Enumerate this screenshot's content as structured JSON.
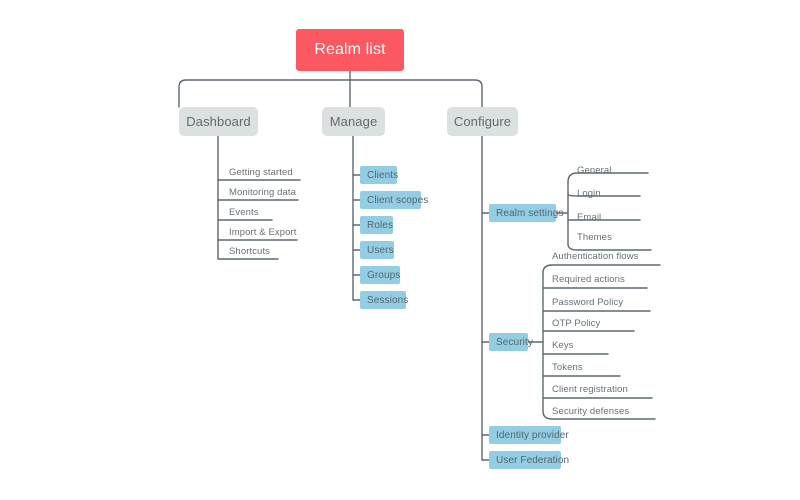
{
  "diagram": {
    "title": "Realm list",
    "type": "mindmap-tree",
    "colors": {
      "root_fill": "#fc5862",
      "root_text": "#ffffff",
      "branch_fill": "#dce0e1",
      "branch_text": "#5f6b70",
      "leaf_blue_fill": "#93cde3",
      "leaf_blue_text": "#55666e",
      "leaf_text_color": "#6a6f73",
      "connector": "#5d686e",
      "background": "#ffffff"
    },
    "root": {
      "label": "Realm list"
    },
    "branches": [
      {
        "id": "dashboard",
        "label": "Dashboard",
        "style": "gray-box",
        "children_style": "underlined-text",
        "children": [
          {
            "label": "Getting started"
          },
          {
            "label": "Monitoring data"
          },
          {
            "label": "Events"
          },
          {
            "label": "Import & Export"
          },
          {
            "label": "Shortcuts"
          }
        ]
      },
      {
        "id": "manage",
        "label": "Manage",
        "style": "gray-box",
        "children_style": "blue-box",
        "children": [
          {
            "label": "Clients"
          },
          {
            "label": "Client scopes"
          },
          {
            "label": "Roles"
          },
          {
            "label": "Users"
          },
          {
            "label": "Groups"
          },
          {
            "label": "Sessions"
          }
        ]
      },
      {
        "id": "configure",
        "label": "Configure",
        "style": "gray-box",
        "children_style": "blue-box",
        "children": [
          {
            "label": "Realm settings",
            "children": [
              {
                "label": "General"
              },
              {
                "label": "Login"
              },
              {
                "label": "Email"
              },
              {
                "label": "Themes"
              }
            ]
          },
          {
            "label": "Security",
            "children": [
              {
                "label": "Authentication flows"
              },
              {
                "label": "Required actions"
              },
              {
                "label": "Password Policy"
              },
              {
                "label": "OTP Policy"
              },
              {
                "label": "Keys"
              },
              {
                "label": "Tokens"
              },
              {
                "label": "Client registration"
              },
              {
                "label": "Security defenses"
              }
            ]
          },
          {
            "label": "Identity provider",
            "children": []
          },
          {
            "label": "User Federation",
            "children": []
          }
        ]
      }
    ]
  }
}
